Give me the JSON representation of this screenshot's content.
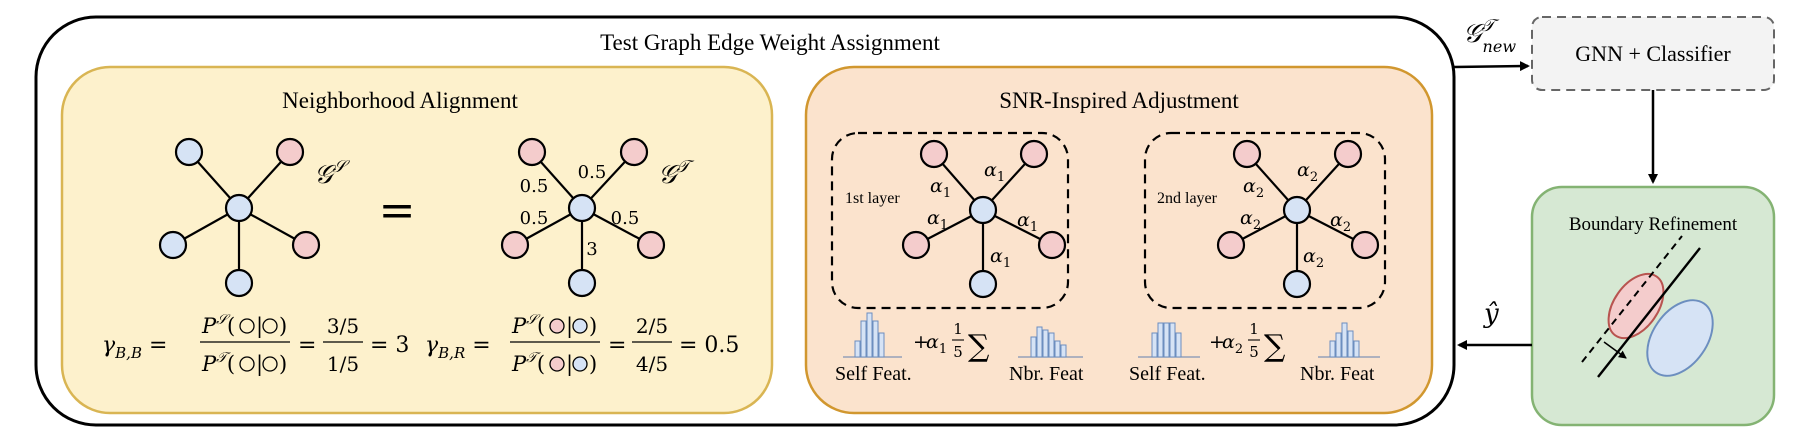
{
  "outer": {
    "title": "Test Graph Edge Weight Assignment"
  },
  "left_panel": {
    "title": "Neighborhood Alignment",
    "source_graph_label": "𝒢",
    "source_sup": "𝒮",
    "target_graph_label": "𝒢",
    "target_sup": "𝒯",
    "equals": "=",
    "target_edge_weights": [
      "0.5",
      "0.5",
      "0.5",
      "0.5",
      "3"
    ],
    "formula1": {
      "gamma": "γ",
      "sub": "B,B",
      "num_P": "P",
      "num_sup": "𝒮",
      "den_P": "P",
      "den_sup": "𝒯",
      "ratio_num": "3/5",
      "ratio_den": "1/5",
      "result": "= 3"
    },
    "formula2": {
      "gamma": "γ",
      "sub": "B,R",
      "num_P": "P",
      "num_sup": "𝒮",
      "den_P": "P",
      "den_sup": "𝒯",
      "ratio_num": "2/5",
      "ratio_den": "4/5",
      "result": "= 0.5"
    }
  },
  "right_panel": {
    "title": "SNR-Inspired Adjustment",
    "layer1": {
      "label": "1st layer",
      "weight": "α",
      "weight_sub": "1"
    },
    "layer2": {
      "label": "2nd layer",
      "weight": "α",
      "weight_sub": "2"
    },
    "plus": "+",
    "frac_num": "1",
    "frac_den": "5",
    "sum": "∑",
    "self_feat": "Self Feat.",
    "nbr_feat": "Nbr. Feat"
  },
  "gnn_box": {
    "label": "GNN + Classifier"
  },
  "gnn_input": {
    "symbol": "𝒢",
    "sup": "𝒯",
    "sub": "new"
  },
  "boundary_box": {
    "label": "Boundary Refinement"
  },
  "output": {
    "symbol": "ŷ"
  },
  "colors": {
    "blue_node": "#d6e3f5",
    "red_node": "#f4cccc",
    "yellow_panel": "#fdf1cc",
    "yellow_border": "#d9b553",
    "orange_panel": "#fbe3cd",
    "orange_border": "#d1972f",
    "green_panel": "#d6e8d3",
    "green_border": "#84b373",
    "gnn_fill": "#f3f3f3"
  }
}
